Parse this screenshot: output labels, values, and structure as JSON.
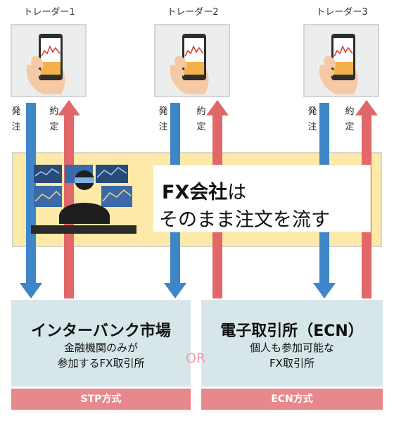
{
  "traders": [
    {
      "label": "トレーダー1"
    },
    {
      "label": "トレーダー2"
    },
    {
      "label": "トレーダー3"
    }
  ],
  "arrows": {
    "down_label_lines": [
      "発",
      "注"
    ],
    "up_label_lines": [
      "約",
      "定"
    ],
    "down_color": "#3f86c8",
    "up_color": "#e06868"
  },
  "fx_company": {
    "line1_bold": "FX会社",
    "line1_rest": "は",
    "line2": "そのまま注文を流す"
  },
  "markets": [
    {
      "title": "インターバンク市場",
      "subtitle_lines": [
        "金融機関のみが",
        "参加するFX取引所"
      ],
      "method": "STP方式"
    },
    {
      "title": "電子取引所（ECN）",
      "subtitle_lines": [
        "個人も参加可能な",
        "FX取引所"
      ],
      "method": "ECN方式"
    }
  ],
  "or_text": "OR",
  "colors": {
    "band": "#fde9a8",
    "market_bg": "#d7e6e9",
    "method_bg": "#e7898c",
    "or": "#f29aa5"
  }
}
